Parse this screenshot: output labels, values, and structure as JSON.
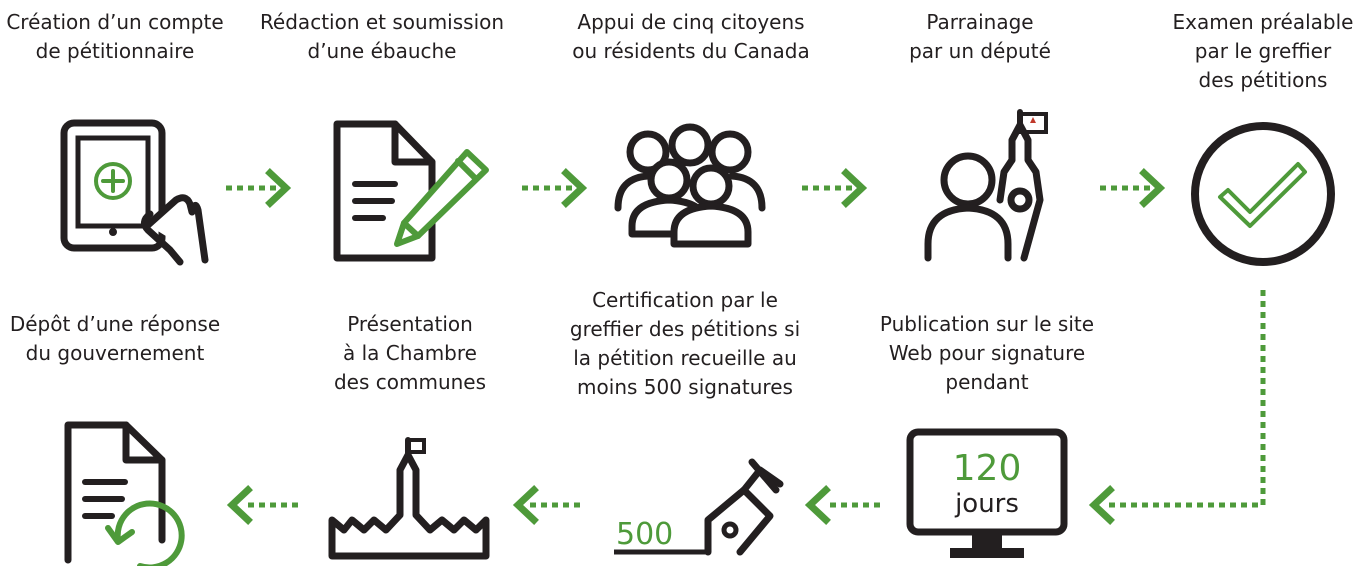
{
  "steps": [
    {
      "label": "Création d’un compte\nde pétitionnaire",
      "icon": "tablet-plus-icon"
    },
    {
      "label": "Rédaction et soumission\nd’une ébauche",
      "icon": "document-pencil-icon"
    },
    {
      "label": "Appui de cinq citoyens\nou résidents du Canada",
      "icon": "group-people-icon"
    },
    {
      "label": "Parrainage\npar un député",
      "icon": "member-parliament-icon"
    },
    {
      "label": "Examen préalable\npar le greffier\ndes pétitions",
      "icon": "checkmark-circle-icon"
    },
    {
      "label": "Publication sur le site\nWeb pour signature\npendant",
      "icon": "monitor-icon"
    },
    {
      "label": "Certification par le\ngreffier des pétitions si\nla pétition recueille au\nmoins 500 signatures",
      "icon": "pen-nib-icon"
    },
    {
      "label": "Présentation\nà la Chambre\ndes communes",
      "icon": "parliament-building-icon"
    },
    {
      "label": "Dépôt d’une réponse\ndu gouvernement",
      "icon": "document-return-icon"
    }
  ],
  "monitor": {
    "number": "120",
    "unit": "jours"
  },
  "pen": {
    "number": "500"
  },
  "colors": {
    "accent": "#4e9a3a",
    "ink": "#231f20"
  }
}
